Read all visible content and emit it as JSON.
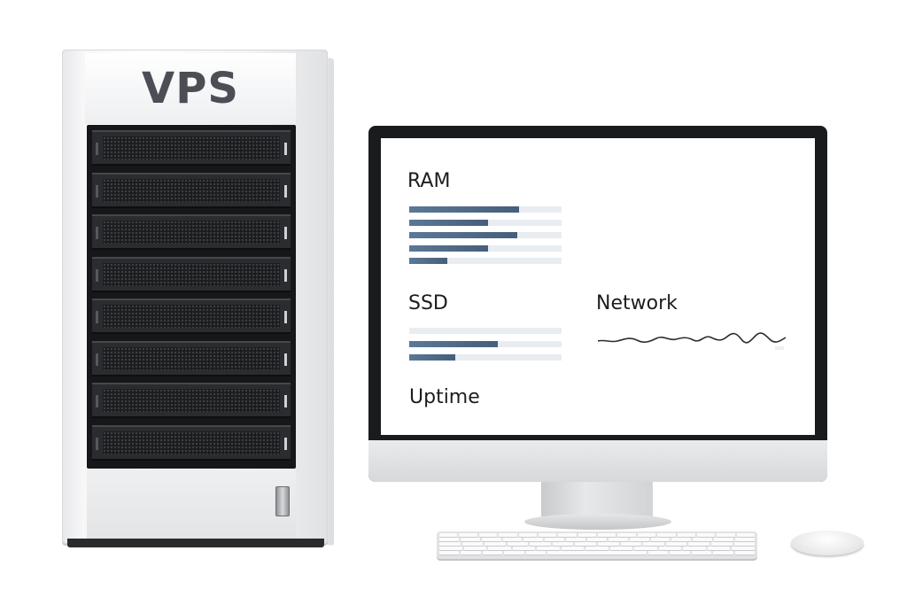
{
  "server": {
    "label": "VPS",
    "drive_bays": 8
  },
  "monitor": {
    "ram": {
      "title": "RAM",
      "bars": [
        0.72,
        0.52,
        0.71,
        0.52,
        0.25
      ]
    },
    "ssd": {
      "title": "SSD",
      "bars": [
        0.0,
        0.58,
        0.3
      ]
    },
    "network": {
      "title": "Network"
    },
    "uptime": {
      "title": "Uptime"
    }
  },
  "colors": {
    "bar_fill": "#4f6a87",
    "bar_track": "#e9ecf0",
    "server_label": "#4b4e55"
  },
  "icons": [
    "power-button-icon",
    "keyboard-icon",
    "mouse-icon"
  ]
}
